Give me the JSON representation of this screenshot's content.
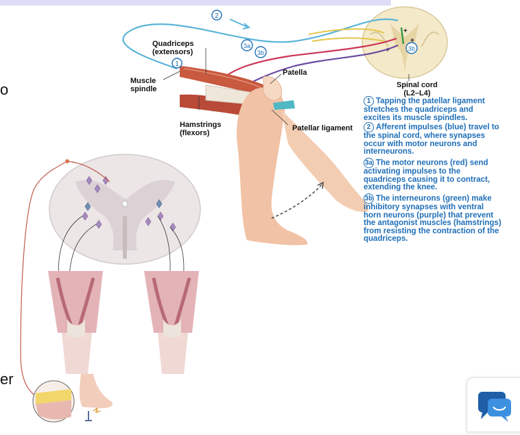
{
  "diagram": {
    "labels": {
      "quadriceps": "Quadriceps",
      "quadriceps_sub": "(extensors)",
      "muscle_spindle": "Muscle",
      "muscle_spindle_2": "spindle",
      "hamstrings": "Hamstrings",
      "hamstrings_sub": "(flexors)",
      "patella": "Patella",
      "patellar_ligament": "Patellar ligament",
      "spinal_cord": "Spinal cord",
      "spinal_cord_range": "(L2–L4)"
    },
    "markers": {
      "m1": "1",
      "m2": "2",
      "m3a": "3a",
      "m3b": "3b"
    },
    "steps": [
      {
        "num": "1",
        "lines": [
          "Tapping the patellar ligament",
          "stretches the quadriceps and",
          "excites its muscle spindles."
        ]
      },
      {
        "num": "2",
        "lines": [
          "Afferent impulses (blue) travel to",
          "the spinal cord, where synapses",
          "occur with motor neurons and",
          "interneurons."
        ]
      },
      {
        "num": "3a",
        "lines": [
          "The motor neurons (red) send",
          "activating impulses to the",
          "quadriceps causing it to contract,",
          "extending the knee."
        ]
      },
      {
        "num": "3b",
        "lines": [
          "The interneurons (green) make",
          "inhibitory synapses with ventral",
          "horn neurons (purple) that prevent",
          "the antagonist muscles (hamstrings)",
          "from resisting the contraction of the",
          "quadriceps."
        ]
      }
    ]
  },
  "edge_text": {
    "left_top": "o",
    "left_bottom": "er"
  },
  "widgets": {
    "chat_icon": "chat-bubble-icon"
  }
}
